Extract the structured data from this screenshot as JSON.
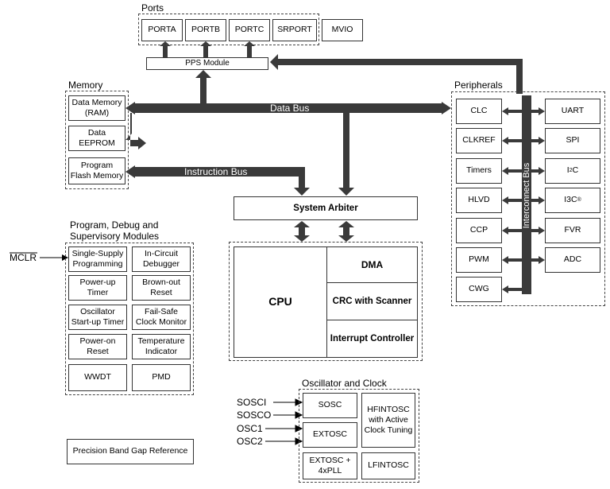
{
  "groups": {
    "ports": "Ports",
    "memory": "Memory",
    "peripherals": "Peripherals",
    "program_debug": "Program, Debug and Supervisory Modules",
    "oscillator": "Oscillator and Clock"
  },
  "ports": [
    "PORTA",
    "PORTB",
    "PORTC",
    "SRPORT"
  ],
  "mvio": "MVIO",
  "pps_module": "PPS Module",
  "memory": {
    "data_memory": "Data Memory (RAM)",
    "data_eeprom": "Data EEPROM",
    "program_flash": "Program Flash Memory"
  },
  "buses": {
    "data_bus": "Data Bus",
    "instruction_bus": "Instruction Bus",
    "interconnect_bus": "Interconnect Bus"
  },
  "system_arbiter": "System Arbiter",
  "core": {
    "cpu": "CPU",
    "dma": "DMA",
    "crc": "CRC with Scanner",
    "interrupt": "Interrupt Controller"
  },
  "peripherals_left": [
    "CLC",
    "CLKREF",
    "Timers",
    "HLVD",
    "CCP",
    "PWM",
    "CWG"
  ],
  "peripherals_right": {
    "uart": "UART",
    "spi": "SPI",
    "i2c_main": "I",
    "i2c_sup": "2",
    "i2c_tail": "C",
    "i3c_main": "I3C",
    "i3c_sup": "®",
    "fvr": "FVR",
    "adc": "ADC"
  },
  "supervisory": [
    [
      "Single-Supply Programming",
      "In-Circuit Debugger"
    ],
    [
      "Power-up Timer",
      "Brown-out Reset"
    ],
    [
      "Oscillator Start-up Timer",
      "Fail-Safe Clock Monitor"
    ],
    [
      "Power-on Reset",
      "Temperature Indicator"
    ],
    [
      "WWDT",
      "PMD"
    ]
  ],
  "mclr": "MCLR",
  "osc_inputs": [
    "SOSCI",
    "SOSCO",
    "OSC1",
    "OSC2"
  ],
  "oscillator": {
    "sosc": "SOSC",
    "extosc": "EXTOSC",
    "extosc_pll": "EXTOSC + 4xPLL",
    "hfintosc": "HFINTOSC with Active Clock Tuning",
    "lfintosc": "LFINTOSC"
  },
  "band_gap": "Precision Band Gap Reference",
  "colors": {
    "bus": "#3a3a3a",
    "border": "#333333",
    "background": "#ffffff"
  }
}
